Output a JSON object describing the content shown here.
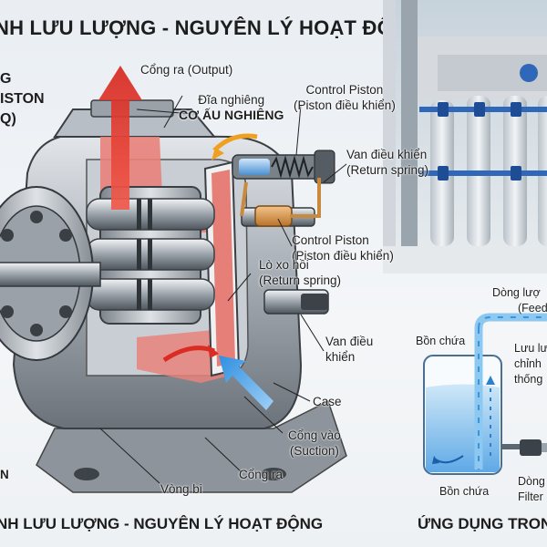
{
  "header": {
    "title": "NH LƯU LƯỢNG - NGUYÊN LÝ HOẠT ĐỘNG",
    "left_fragments": [
      "G",
      "ISTON",
      "Q)"
    ]
  },
  "labels": {
    "outlet": "Cổng ra (Output)",
    "swash_line1": "Đĩa nghiêng",
    "swash_line2": "CƠ ẤU NGHIÊNG",
    "control_piston_top_1": "Control Piston",
    "control_piston_top_2": "(Piston điều khiển)",
    "control_valve_1": "Van điều khiển",
    "control_valve_2": "(Return spring)",
    "control_piston_mid_1": "Control Piston",
    "control_piston_mid_2": "(Piston điều khiển)",
    "return_spring_1": "Lò xo hồi",
    "return_spring_2": "(Return spring)",
    "valve_side_1": "Van điều",
    "valve_side_2": "khiển",
    "case": "Case",
    "inlet_1": "Cổng vào",
    "inlet_2": "(Suction)",
    "outlet_bottom": "Cổng ra",
    "bearing": "Vòng bi",
    "left_bottom": "N"
  },
  "application": {
    "feed_1": "Dòng lượ",
    "feed_2": "(Feed",
    "tank_top": "Bồn chứa",
    "flow_1": "Lưu lư",
    "flow_2": "chỉnh",
    "flow_3": "thống",
    "tank_bottom": "Bồn chứa",
    "filter_1": "Dòng",
    "filter_2": "Filter"
  },
  "captions": {
    "left": "NH LƯU LƯỢNG - NGUYÊN LÝ HOẠT ĐỘNG",
    "right": "ỨNG DỤNG TRON"
  },
  "colors": {
    "metal_dark": "#5a5f66",
    "metal_light": "#c9ced4",
    "oil_red": "#e23a32",
    "suction_blue": "#2e8fe0",
    "arrow_orange": "#f0a020",
    "water": "#8cc8ef"
  }
}
